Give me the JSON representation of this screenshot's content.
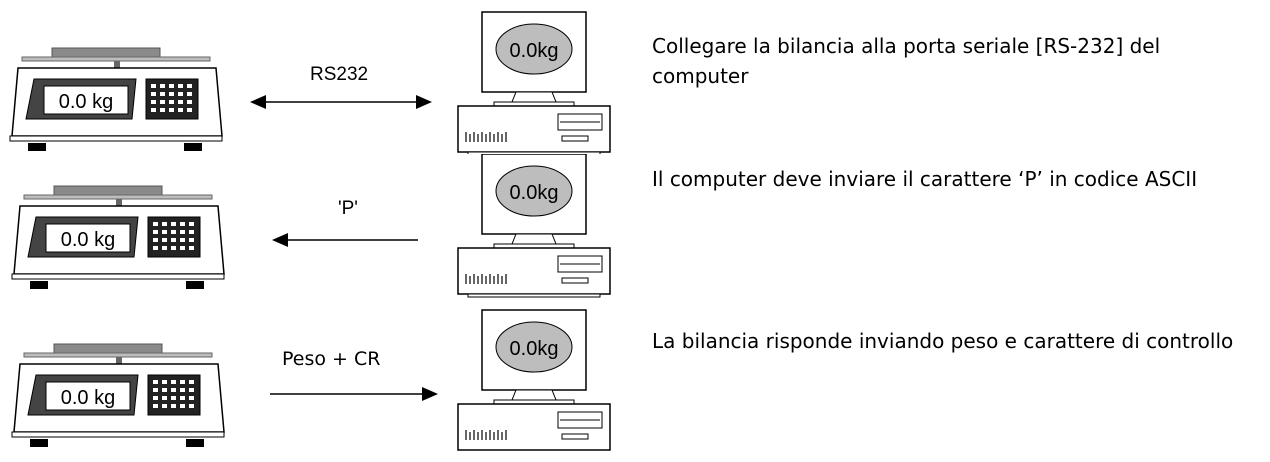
{
  "scale_display": "0.0 kg",
  "monitor_display": "0.0kg",
  "steps": [
    {
      "arrow_label": "RS232",
      "direction": "both",
      "description": "Collegare la bilancia alla porta seriale [RS-232] del computer"
    },
    {
      "arrow_label": "'P'",
      "direction": "to-scale",
      "description": "Il computer deve inviare il carattere ‘P’ in codice ASCII"
    },
    {
      "arrow_label": "Peso + CR",
      "direction": "to-computer",
      "description": "La bilancia risponde inviando peso e carattere di controllo"
    }
  ]
}
